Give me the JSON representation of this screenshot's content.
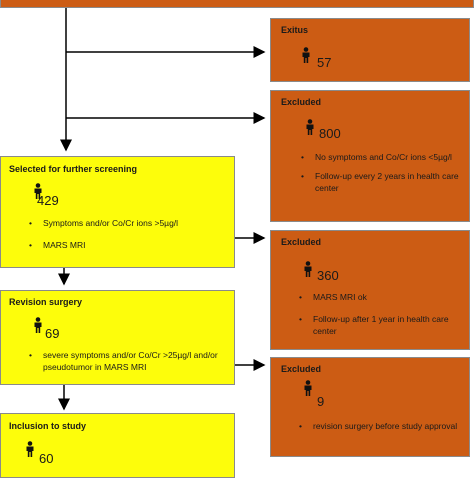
{
  "exitus": {
    "title": "Exitus",
    "count": "57"
  },
  "excluded1": {
    "title": "Excluded",
    "count": "800",
    "bullets": [
      "No symptoms and Co/Cr ions <5µg/l",
      "Follow-up every 2 years in health care center"
    ]
  },
  "selected": {
    "title": "Selected for further screening",
    "count": "429",
    "bullets": [
      "Symptoms and/or Co/Cr ions >5µg/l",
      "MARS MRI"
    ]
  },
  "excluded2": {
    "title": "Excluded",
    "count": "360",
    "bullets": [
      "MARS MRI ok",
      "Follow-up after 1 year in health care center"
    ]
  },
  "revision": {
    "title": "Revision surgery",
    "count": "69",
    "bullets": [
      "severe symptoms and/or Co/Cr >25µg/l and/or pseudotumor in MARS MRI"
    ]
  },
  "excluded3": {
    "title": "Excluded",
    "count": "9",
    "bullets": [
      "revision surgery before study approval"
    ]
  },
  "inclusion": {
    "title": "Inclusion to study",
    "count": "60"
  },
  "colors": {
    "orange": "#cc5c14",
    "yellow": "#fdfd0b",
    "border": "#8a8a8a"
  },
  "icons": [
    "person-icon"
  ]
}
